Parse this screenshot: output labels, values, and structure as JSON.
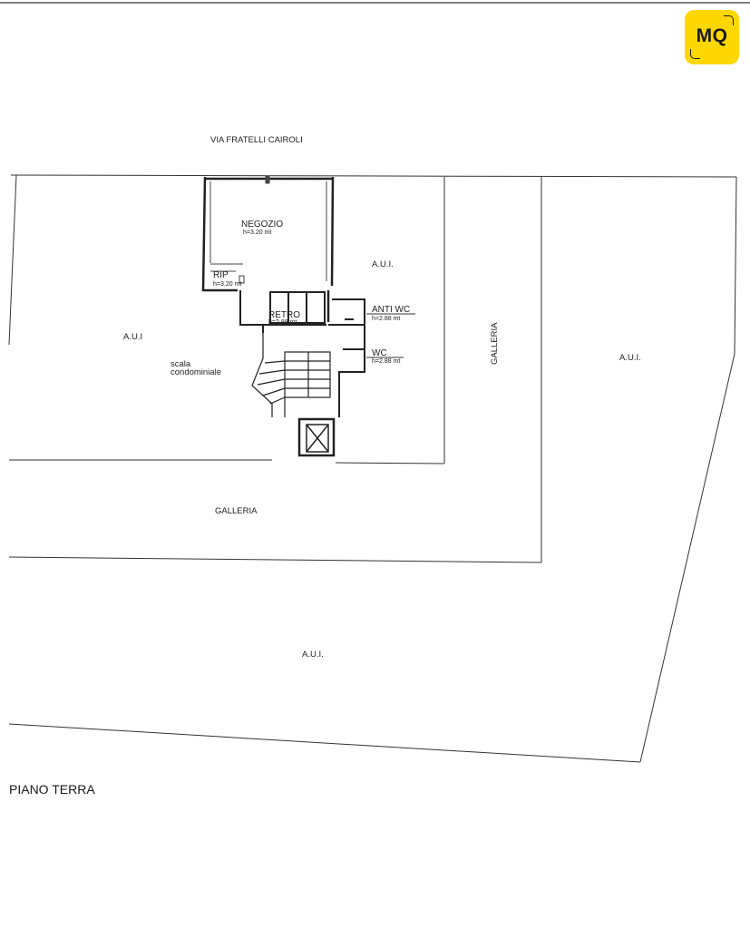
{
  "brand": {
    "logo_text": "MQ",
    "color": "#ffd700"
  },
  "street": "VIA FRATELLI CAIROLI",
  "floor_label": "PIANO TERRA",
  "rooms": {
    "negozio": {
      "name": "NEGOZIO",
      "height": "h=3.20 mt"
    },
    "rip": {
      "name": "RIP",
      "height": "h=3.20 mt"
    },
    "retro": {
      "name": "RETRO",
      "height": "h=2.88 mt"
    },
    "anti_wc": {
      "name": "ANTI WC",
      "height": "h=2.88 mt"
    },
    "wc": {
      "name": "WC",
      "height": "h=2.88 mt"
    },
    "scala": {
      "line1": "scala",
      "line2": "condominiale"
    }
  },
  "areas": {
    "aui_left": "A.U.I",
    "aui_center_top": "A.U.I.",
    "aui_right": "A.U.I.",
    "aui_bottom": "A.U.I.",
    "galleria_vertical": "GALLERIA",
    "galleria_horizontal": "GALLERIA"
  }
}
